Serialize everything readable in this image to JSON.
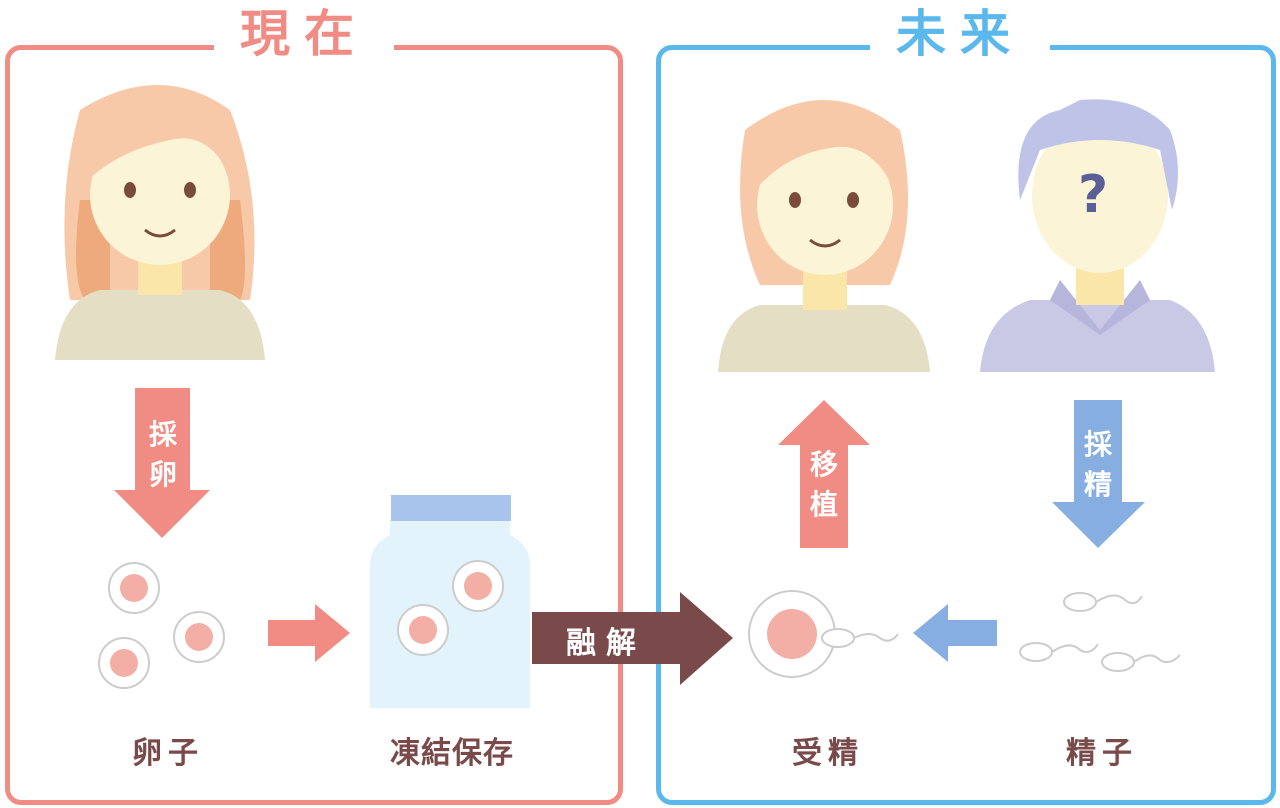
{
  "present": {
    "title": "現在",
    "color": "#f08c84"
  },
  "future": {
    "title": "未来",
    "color": "#5bb8ec"
  },
  "arrows": {
    "egg_retrieval": "採卵",
    "thaw": "融解",
    "transfer": "移植",
    "sperm_collection": "採精"
  },
  "labels": {
    "eggs": "卵子",
    "frozen_storage": "凍結保存",
    "fertilization": "受精",
    "sperm": "精子"
  },
  "icons": {
    "unknown_partner": "?"
  }
}
